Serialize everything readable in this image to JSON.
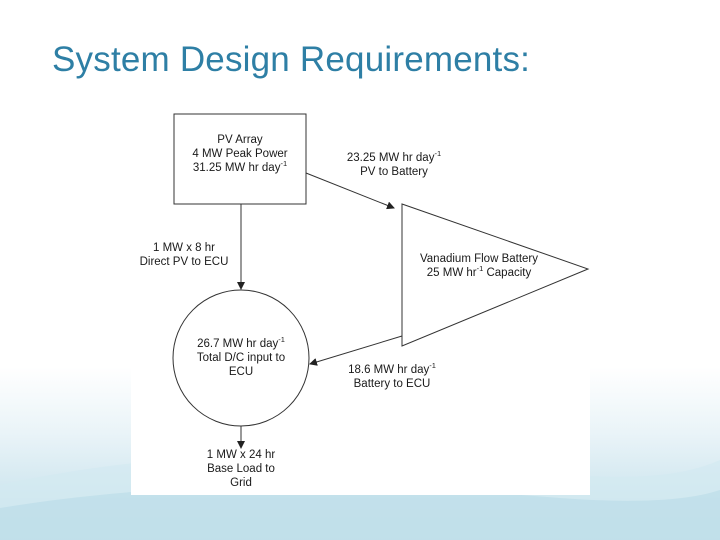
{
  "title": "System Design Requirements:",
  "diagram": {
    "pv_array": {
      "line1": "PV Array",
      "line2": "4 MW Peak Power",
      "line3": "31.25 MW hr day",
      "line3_sup": "-1"
    },
    "pv_to_battery": {
      "line1": "23.25 MW hr day",
      "line1_sup": "-1",
      "line2": "PV to Battery"
    },
    "direct_pv": {
      "line1": "1 MW x 8 hr",
      "line2": "Direct PV to ECU"
    },
    "battery": {
      "line1": "Vanadium Flow Battery",
      "line2": "25 MW hr",
      "line2_sup": "-1",
      "line2_suffix": " Capacity"
    },
    "ecu": {
      "line1": "26.7 MW hr day",
      "line1_sup": "-1",
      "line2": "Total D/C input to",
      "line3": "ECU"
    },
    "battery_to_ecu": {
      "line1": "18.6 MW hr day",
      "line1_sup": "-1",
      "line2": "Battery to ECU"
    },
    "base_load": {
      "line1": "1 MW x 24 hr",
      "line2": "Base Load to",
      "line3": "Grid"
    }
  }
}
